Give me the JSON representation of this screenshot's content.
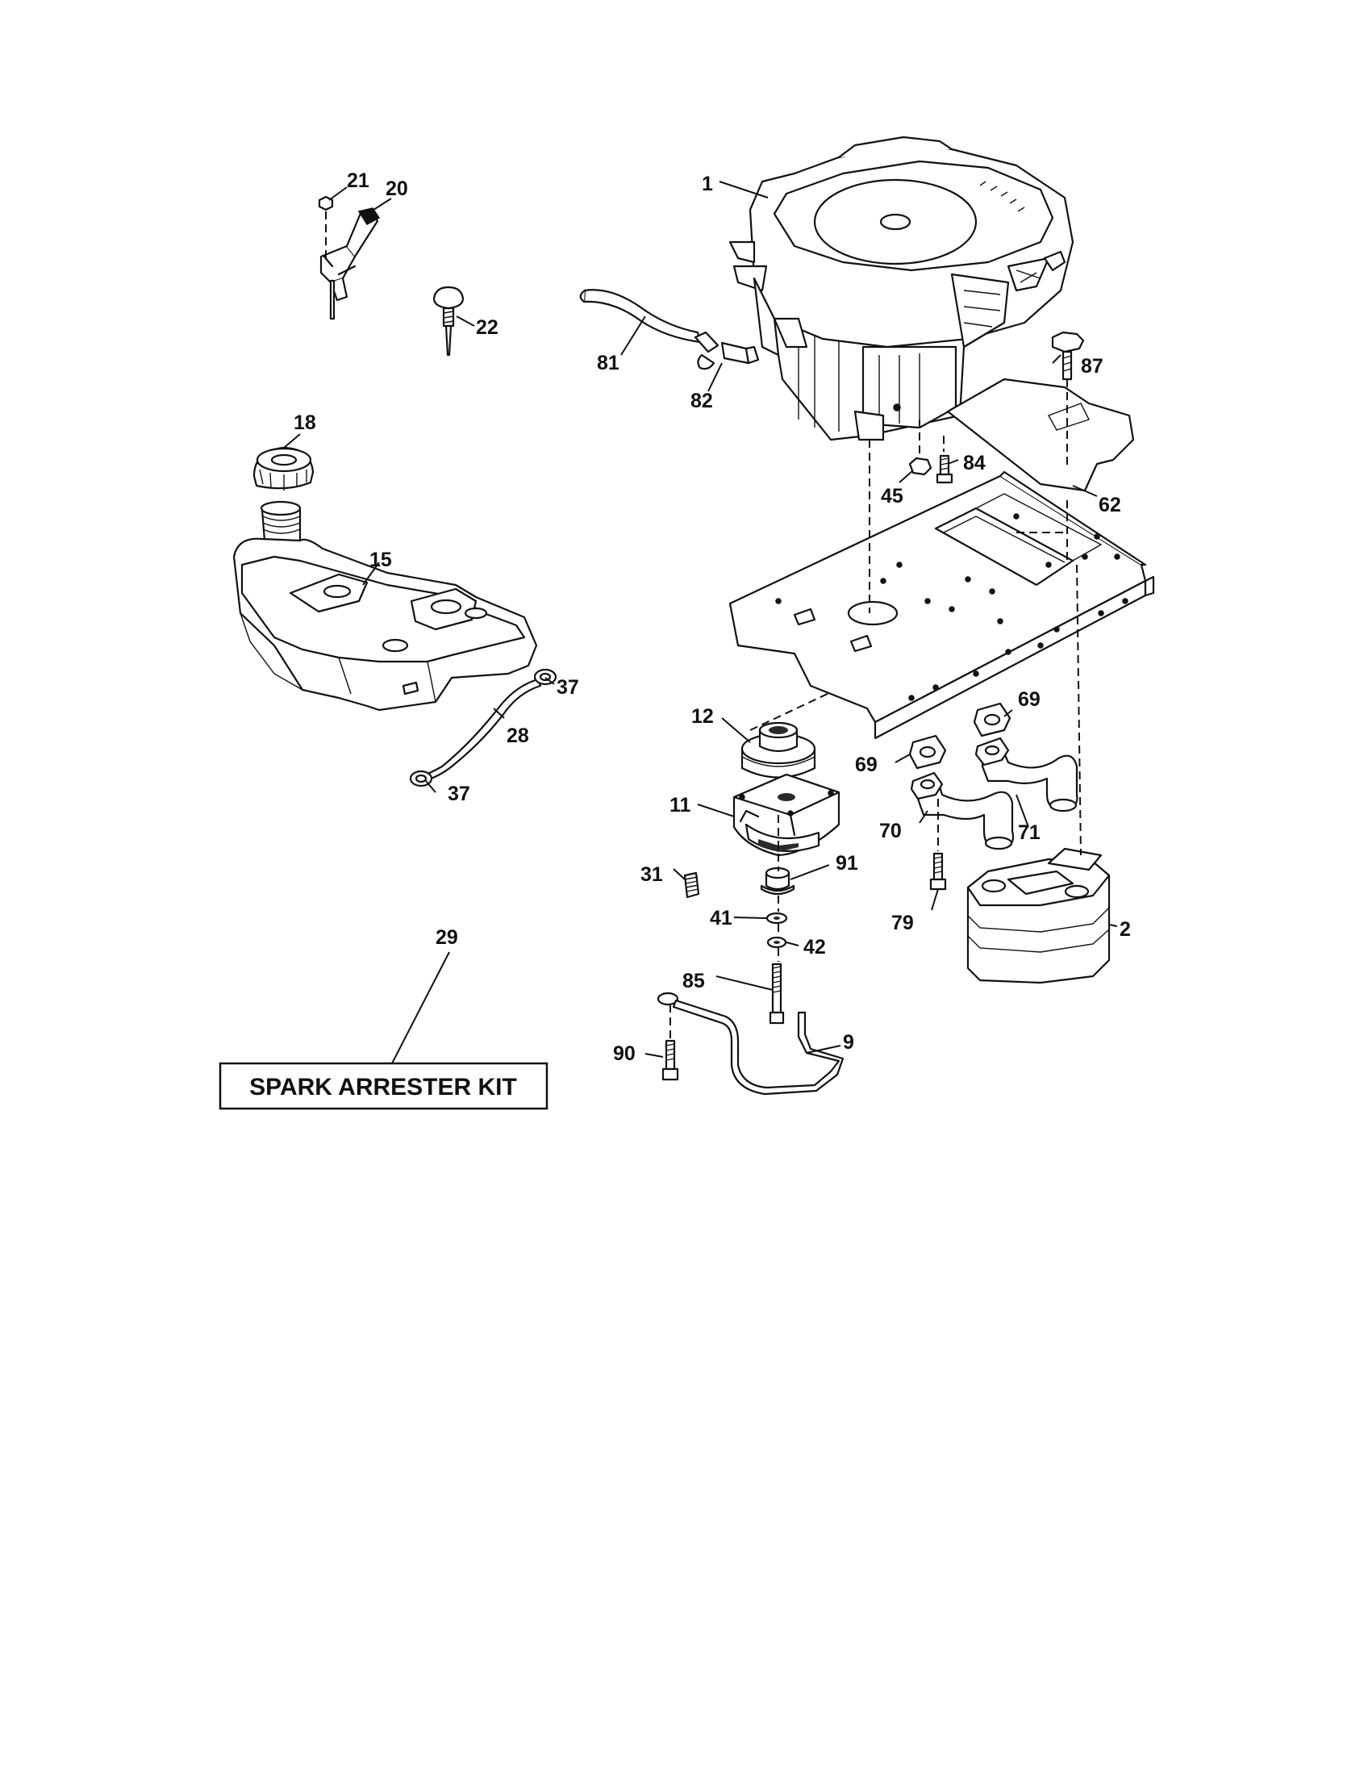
{
  "callouts": {
    "c1": "1",
    "c2": "2",
    "c9": "9",
    "c11": "11",
    "c12": "12",
    "c15": "15",
    "c18": "18",
    "c20": "20",
    "c21": "21",
    "c22": "22",
    "c28": "28",
    "c29": "29",
    "c31": "31",
    "c37a": "37",
    "c37b": "37",
    "c41": "41",
    "c42": "42",
    "c45": "45",
    "c62": "62",
    "c69a": "69",
    "c69b": "69",
    "c70": "70",
    "c71": "71",
    "c79": "79",
    "c81": "81",
    "c82": "82",
    "c84": "84",
    "c85": "85",
    "c87": "87",
    "c90": "90",
    "c91": "91"
  },
  "kit_label": "SPARK ARRESTER KIT"
}
